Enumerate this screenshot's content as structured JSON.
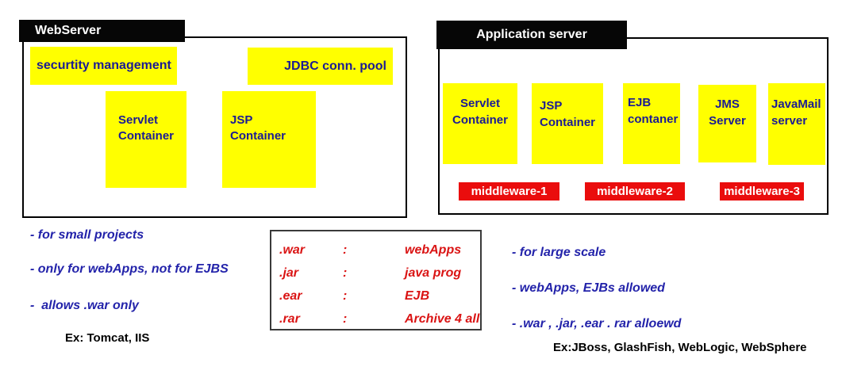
{
  "colors": {
    "component_yellow": "#ffff00",
    "component_text_navy": "#1b1b94",
    "middleware_red": "#ea0d0d",
    "note_blue": "#2323aa",
    "legend_red": "#da1414",
    "header_black": "#060606",
    "header_text_white": "#ffffff"
  },
  "web_server": {
    "title": "WebServer",
    "security_label": "securtity management",
    "jdbc_label": "JDBC conn. pool",
    "servlet": {
      "line1": "Servlet",
      "line2": "Container"
    },
    "jsp": {
      "line1": "JSP",
      "line2": "Container"
    },
    "notes": [
      "- for small projects",
      "- only for webApps, not for EJBS",
      "-  allows .war only"
    ],
    "examples": "Ex: Tomcat, IIS"
  },
  "application_server": {
    "title": "Application server",
    "servlet": {
      "line1": "Servlet",
      "line2": "Container"
    },
    "jsp": {
      "line1": "JSP",
      "line2": "Container"
    },
    "ejb": {
      "line1": "EJB",
      "line2": "contaner"
    },
    "jms": {
      "line1": "JMS",
      "line2": "Server"
    },
    "javamail": {
      "line1": "JavaMail",
      "line2": "server"
    },
    "middleware": [
      "middleware-1",
      "middleware-2",
      "middleware-3"
    ],
    "notes": [
      "- for large scale",
      "- webApps, EJBs allowed",
      "- .war , .jar, .ear . rar alloewd"
    ],
    "examples": "Ex:JBoss, GlashFish, WebLogic, WebSphere"
  },
  "archive_legend": {
    "rows": [
      {
        "ext": ".war",
        "sep": ":",
        "desc": "webApps"
      },
      {
        "ext": ".jar",
        "sep": ":",
        "desc": "java prog"
      },
      {
        "ext": ".ear",
        "sep": ":",
        "desc": "EJB"
      },
      {
        "ext": ".rar",
        "sep": ":",
        "desc": "Archive 4 all"
      }
    ]
  }
}
